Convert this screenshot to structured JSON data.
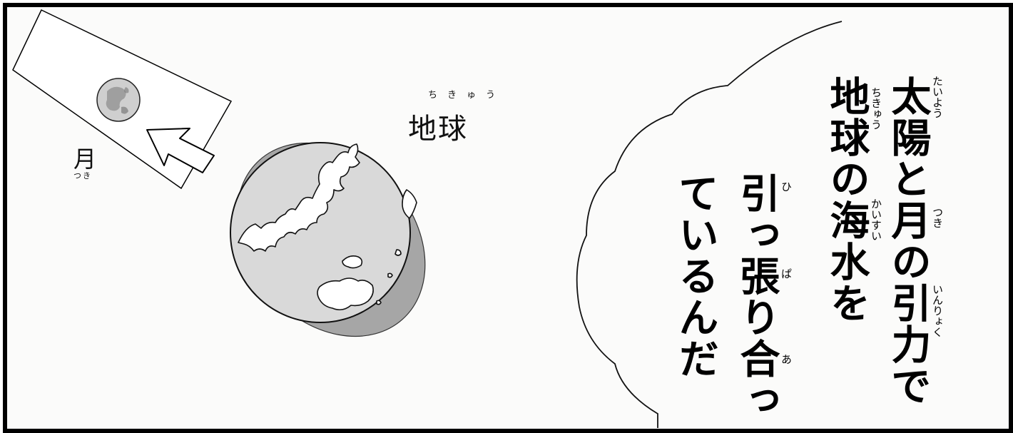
{
  "labels": {
    "earth": "地球",
    "earth_ruby": "ちきゅう",
    "moon": "月",
    "moon_ruby": "つき"
  },
  "speech": {
    "line1": "太陽と月の引力で",
    "line2": "地球の海水を",
    "line3": "引っ張り合っ",
    "line4": "ているんだ",
    "ruby": {
      "taiyou": "たいよう",
      "tsuki": "つき",
      "inryoku": "いんりょく",
      "chikyuu": "ちきゅう",
      "kaisui": "かいすい",
      "hi": "ひ",
      "pa": "ぱ",
      "a": "あ"
    }
  },
  "colors": {
    "border": "#000000",
    "background": "#fbfbfa",
    "earth_land": "#ffffff",
    "earth_sea": "#d9d9d9",
    "tide_bulge": "#a6a6a6"
  }
}
